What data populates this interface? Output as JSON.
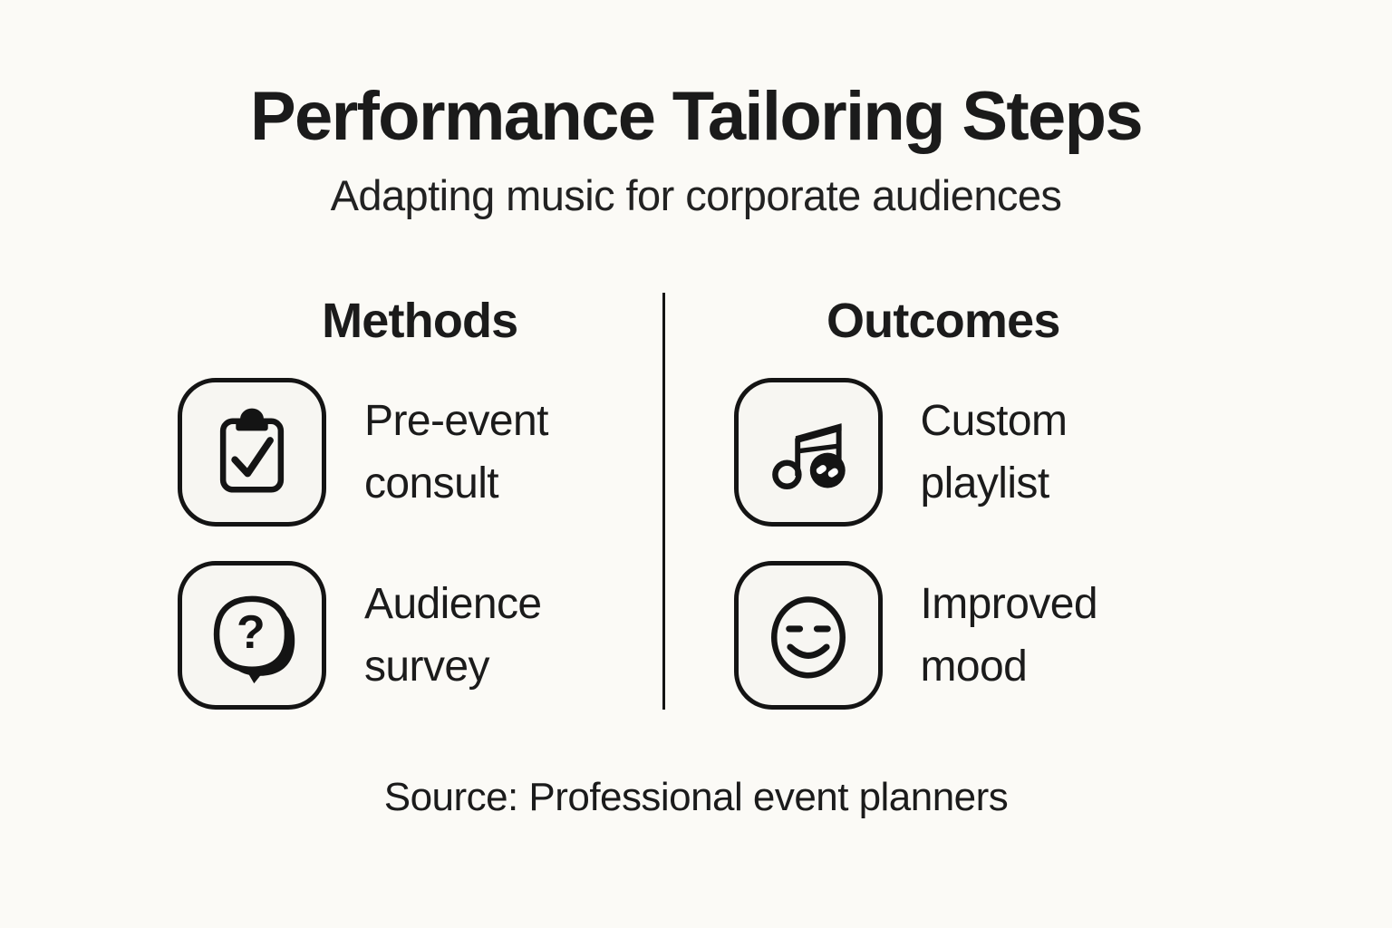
{
  "colors": {
    "background": "#fbfaf6",
    "ink": "#141414",
    "icon_box_fill": "#f7f6f2"
  },
  "header": {
    "title": "Performance Tailoring Steps",
    "subtitle": "Adapting music for corporate audiences"
  },
  "columns": [
    {
      "header": "Methods",
      "items": [
        {
          "icon": "clipboard-check-icon",
          "label": "Pre-event consult"
        },
        {
          "icon": "question-bubble-icon",
          "label": "Audience survey"
        }
      ]
    },
    {
      "header": "Outcomes",
      "items": [
        {
          "icon": "music-note-icon",
          "label": "Custom playlist"
        },
        {
          "icon": "smiley-face-icon",
          "label": "Improved mood"
        }
      ]
    }
  ],
  "footer": {
    "source": "Source: Professional event planners"
  }
}
